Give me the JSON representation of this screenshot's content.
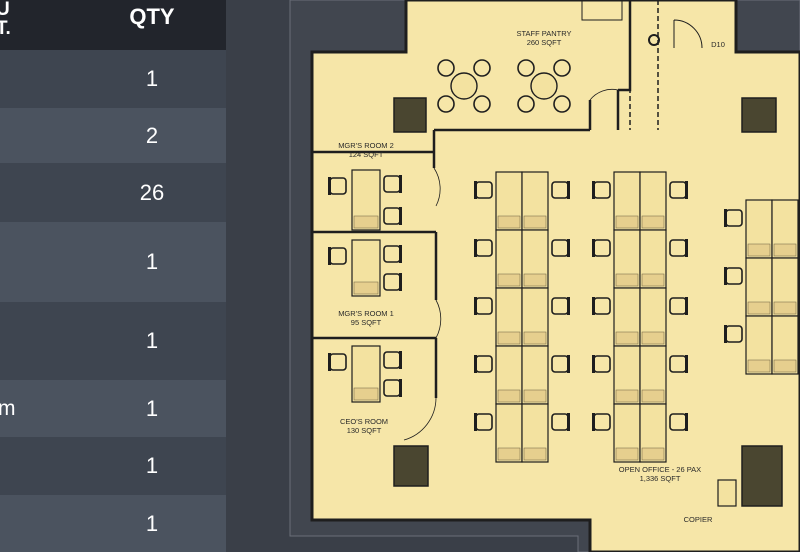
{
  "table": {
    "header_left": "U\nT.",
    "header_qty": "QTY",
    "rows": [
      {
        "left": "",
        "qty": "1"
      },
      {
        "left": "",
        "qty": "2"
      },
      {
        "left": "",
        "qty": "26"
      },
      {
        "left": "",
        "qty": "1"
      },
      {
        "left": "",
        "qty": "1"
      },
      {
        "left": "m",
        "qty": "1"
      },
      {
        "left": "",
        "qty": "1"
      },
      {
        "left": "",
        "qty": "1"
      }
    ]
  },
  "plan": {
    "rooms": [
      {
        "name": "STAFF PANTRY",
        "area": "260 SQFT"
      },
      {
        "name": "MGR'S ROOM 2",
        "area": "124 SQFT"
      },
      {
        "name": "MGR'S ROOM 1",
        "area": "95 SQFT"
      },
      {
        "name": "CEO'S ROOM",
        "area": "130 SQFT"
      },
      {
        "name": "OPEN OFFICE - 26 PAX",
        "area": "1,336 SQFT"
      }
    ],
    "labels": {
      "copier": "COPIER",
      "door_tag": "D10"
    },
    "colors": {
      "floor": "#f6e6a8",
      "wall": "#1e1e1e",
      "shaft": "#4a4630",
      "background": "#3a3f48"
    }
  }
}
